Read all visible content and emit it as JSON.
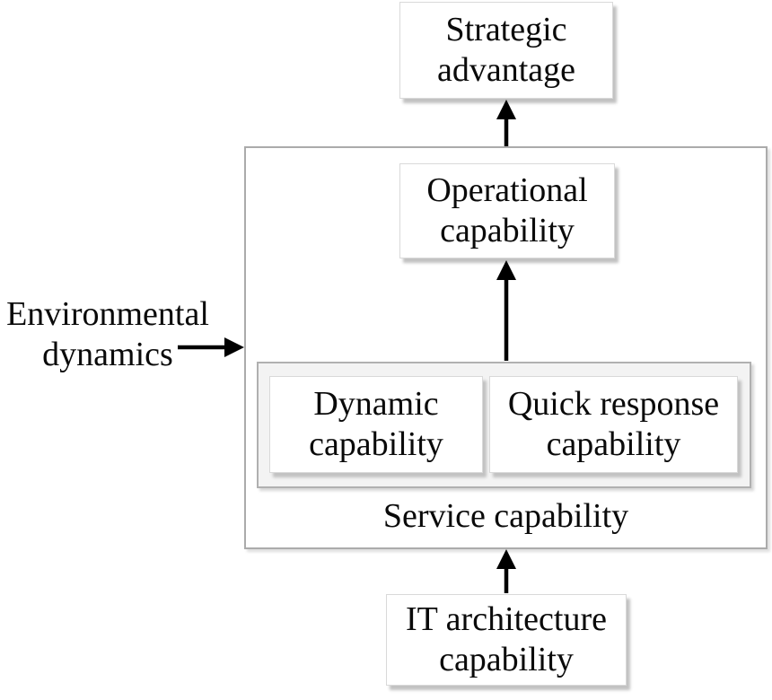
{
  "nodes": {
    "strategic_advantage": {
      "label": "Strategic advantage"
    },
    "operational_capability": {
      "label": "Operational capability"
    },
    "dynamic_capability": {
      "label": "Dynamic capability"
    },
    "quick_response_capability": {
      "label": "Quick response capability"
    },
    "service_capability": {
      "label": "Service capability"
    },
    "it_architecture_capability": {
      "label": "IT architecture capability"
    },
    "environmental_dynamics": {
      "label": "Environmental dynamics"
    }
  },
  "edges": [
    {
      "from": "operational_capability",
      "to": "strategic_advantage",
      "direction": "up"
    },
    {
      "from": "service_capability_group",
      "to": "operational_capability",
      "direction": "up"
    },
    {
      "from": "it_architecture_capability",
      "to": "service_capability",
      "direction": "up"
    },
    {
      "from": "environmental_dynamics",
      "to": "service_capability",
      "direction": "right"
    }
  ],
  "colors": {
    "background": "#ffffff",
    "node_fill": "#ffffff",
    "node_border": "#d9d9d9",
    "node_shadow": "#c2c2c2",
    "container_border": "#ababab",
    "inner_group_fill": "#f3f3f3",
    "arrow": "#000000",
    "text": "#0a0a0a"
  }
}
